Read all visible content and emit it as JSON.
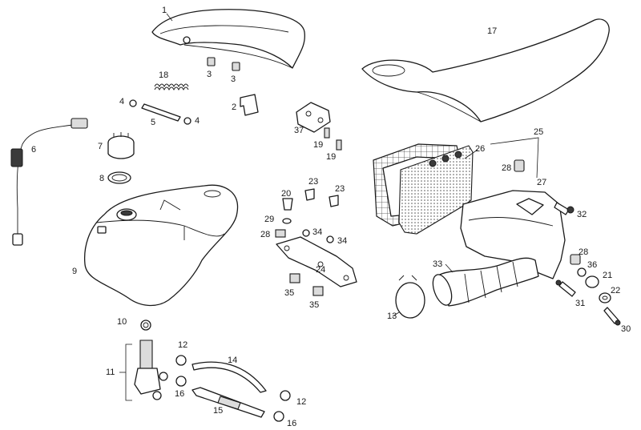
{
  "labels": {
    "p1": "1",
    "p2": "2",
    "p3a": "3",
    "p3b": "3",
    "p4a": "4",
    "p4b": "4",
    "p5": "5",
    "p6": "6",
    "p7": "7",
    "p8": "8",
    "p9": "9",
    "p10": "10",
    "p11": "11",
    "p12a": "12",
    "p12b": "12",
    "p13": "13",
    "p14": "14",
    "p15": "15",
    "p16a": "16",
    "p16b": "16",
    "p17": "17",
    "p18": "18",
    "p19a": "19",
    "p19b": "19",
    "p20": "20",
    "p21": "21",
    "p22": "22",
    "p23a": "23",
    "p23b": "23",
    "p24": "24",
    "p25": "25",
    "p26": "26",
    "p27": "27",
    "p28a": "28",
    "p28b": "28",
    "p28c": "28",
    "p29": "29",
    "p30": "30",
    "p31": "31",
    "p32": "32",
    "p33": "33",
    "p34a": "34",
    "p34b": "34",
    "p35a": "35",
    "p35b": "35",
    "p36": "36",
    "p37": "37"
  }
}
